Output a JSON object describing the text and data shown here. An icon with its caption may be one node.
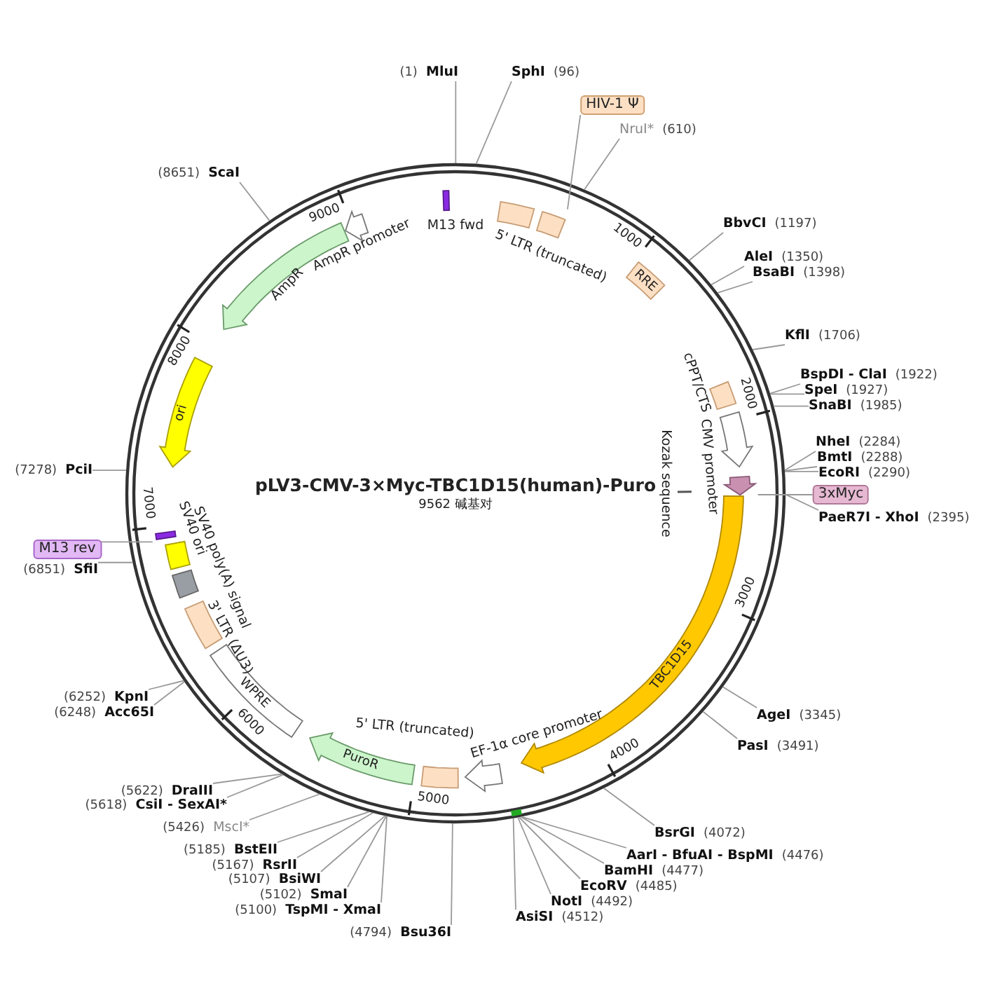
{
  "diagram": {
    "title": "pLV3-CMV-3×Myc-TBC1D15(human)-Puro",
    "nodes": [
      {
        "text": [
          "M13 fwd"
        ]
      },
      {
        "text": [
          "5' LTR (truncated)"
        ]
      },
      {
        "text": [],
        "shape": "box"
      },
      {
        "text": [
          "HIV-1 Ψ"
        ]
      },
      {
        "text": [
          "RRE"
        ]
      },
      {
        "text": [
          "cPPT/CTS"
        ]
      },
      {
        "text": [
          "CMV promoter"
        ]
      },
      {
        "text": [
          "Kozak sequence"
        ]
      },
      {
        "text": [],
        "shape": "arrow"
      },
      {
        "text": [
          "3xMyc"
        ]
      },
      {
        "text": [
          "TBC1D15"
        ]
      },
      {
        "text": [
          "EF-1α core promoter"
        ]
      },
      {
        "text": [
          "5' LTR (truncated)"
        ]
      },
      {
        "text": [
          "PuroR"
        ]
      },
      {
        "text": [
          "WPRE"
        ]
      },
      {
        "text": [
          "3' LTR (ΔU3)"
        ]
      },
      {
        "text": [
          "SV40 poly(A) signal"
        ]
      },
      {
        "text": [
          "SV40 ori"
        ]
      },
      {
        "text": [],
        "shape": "bar"
      },
      {
        "text": [
          "M13 rev"
        ]
      },
      {
        "text": [
          "ori"
        ]
      },
      {
        "text": [
          "AmpR"
        ]
      },
      {
        "text": [
          "AmpR promoter"
        ]
      },
      {
        "text": [
          "(1)",
          "MluI"
        ]
      },
      {
        "text": [
          "SphI",
          "(96)"
        ]
      },
      {
        "text": [
          "NruI*",
          "(610)"
        ]
      },
      {
        "text": [
          "BbvCI",
          "(1197)"
        ]
      },
      {
        "text": [
          "AleI",
          "(1350)"
        ]
      },
      {
        "text": [
          "BsaBI",
          "(1398)"
        ]
      },
      {
        "text": [
          "KflI",
          "(1706)"
        ]
      },
      {
        "text": [
          "BspDI - ClaI",
          "(1922)"
        ]
      },
      {
        "text": [
          "SpeI",
          "(1927)"
        ]
      },
      {
        "text": [
          "SnaBI",
          "(1985)"
        ]
      },
      {
        "text": [
          "NheI",
          "(2284)"
        ]
      },
      {
        "text": [
          "BmtI",
          "(2288)"
        ]
      },
      {
        "text": [
          "EcoRI",
          "(2290)"
        ]
      },
      {
        "text": [
          "PaeR7I - XhoI",
          "(2395)"
        ]
      },
      {
        "text": [
          "AgeI",
          "(3345)"
        ]
      },
      {
        "text": [
          "PasI",
          "(3491)"
        ]
      },
      {
        "text": [
          "BsrGI",
          "(4072)"
        ]
      },
      {
        "text": [
          "AarI - BfuAI - BspMI",
          "(4476)"
        ]
      },
      {
        "text": [
          "BamHI",
          "(4477)"
        ]
      },
      {
        "text": [
          "EcoRV",
          "(4485)"
        ]
      },
      {
        "text": [
          "NotI",
          "(4492)"
        ]
      },
      {
        "text": [
          "AsiSI",
          "(4512)"
        ]
      },
      {
        "text": [
          "(4794)",
          "Bsu36I"
        ]
      },
      {
        "text": [
          "(5100)",
          "TspMI - XmaI"
        ]
      },
      {
        "text": [
          "(5102)",
          "SmaI"
        ]
      },
      {
        "text": [
          "(5107)",
          "BsiWI"
        ]
      },
      {
        "text": [
          "(5167)",
          "RsrII"
        ]
      },
      {
        "text": [
          "(5185)",
          "BstEII"
        ]
      },
      {
        "text": [
          "(5426)",
          "MscI*"
        ]
      },
      {
        "text": [
          "(5618)",
          "CsiI - SexAI*"
        ]
      },
      {
        "text": [
          "(5622)",
          "DraIII"
        ]
      },
      {
        "text": [
          "(6248)",
          "Acc65I"
        ]
      },
      {
        "text": [
          "(6252)",
          "KpnI"
        ]
      },
      {
        "text": [
          "(6851)",
          "SfiI"
        ]
      },
      {
        "text": [
          "(7278)",
          "PciI"
        ]
      },
      {
        "text": [
          "(8651)",
          "ScaI"
        ]
      }
    ],
    "edges": [
      {
        "from": 3,
        "to": 2,
        "arrow": "none"
      },
      {
        "from": 9,
        "to": 8,
        "arrow": "none"
      },
      {
        "from": 19,
        "to": 18,
        "arrow": "none"
      },
      {
        "from": 23,
        "to": null,
        "arrow": "none"
      },
      {
        "from": 24,
        "to": null,
        "arrow": "none"
      },
      {
        "from": 25,
        "to": null,
        "arrow": "none"
      },
      {
        "from": 26,
        "to": null,
        "arrow": "none"
      },
      {
        "from": 27,
        "to": null,
        "arrow": "none"
      },
      {
        "from": 28,
        "to": null,
        "arrow": "none"
      },
      {
        "from": 29,
        "to": null,
        "arrow": "none"
      },
      {
        "from": 30,
        "to": null,
        "arrow": "none"
      },
      {
        "from": 31,
        "to": null,
        "arrow": "none"
      },
      {
        "from": 32,
        "to": null,
        "arrow": "none"
      },
      {
        "from": 33,
        "to": null,
        "arrow": "none"
      },
      {
        "from": 34,
        "to": null,
        "arrow": "none"
      },
      {
        "from": 35,
        "to": null,
        "arrow": "none"
      },
      {
        "from": 36,
        "to": null,
        "arrow": "none"
      },
      {
        "from": 37,
        "to": null,
        "arrow": "none"
      },
      {
        "from": 38,
        "to": null,
        "arrow": "none"
      },
      {
        "from": 39,
        "to": null,
        "arrow": "none"
      },
      {
        "from": 40,
        "to": null,
        "arrow": "none"
      },
      {
        "from": 41,
        "to": null,
        "arrow": "none"
      },
      {
        "from": 42,
        "to": null,
        "arrow": "none"
      },
      {
        "from": 43,
        "to": null,
        "arrow": "none"
      },
      {
        "from": 44,
        "to": null,
        "arrow": "none"
      },
      {
        "from": 45,
        "to": null,
        "arrow": "none"
      },
      {
        "from": 46,
        "to": null,
        "arrow": "none"
      },
      {
        "from": 47,
        "to": null,
        "arrow": "none"
      },
      {
        "from": 48,
        "to": null,
        "arrow": "none"
      },
      {
        "from": 49,
        "to": null,
        "arrow": "none"
      },
      {
        "from": 50,
        "to": null,
        "arrow": "none"
      },
      {
        "from": 51,
        "to": null,
        "arrow": "none"
      },
      {
        "from": 52,
        "to": null,
        "arrow": "none"
      },
      {
        "from": 53,
        "to": null,
        "arrow": "none"
      },
      {
        "from": 54,
        "to": null,
        "arrow": "none"
      },
      {
        "from": 55,
        "to": null,
        "arrow": "none"
      },
      {
        "from": 56,
        "to": null,
        "arrow": "none"
      },
      {
        "from": 57,
        "to": null,
        "arrow": "none"
      },
      {
        "from": 58,
        "to": null,
        "arrow": "none"
      }
    ],
    "labels": [
      "9562 碱基对",
      "1000",
      "2000",
      "3000",
      "4000",
      "5000",
      "6000",
      "7000",
      "8000",
      "9000"
    ]
  }
}
